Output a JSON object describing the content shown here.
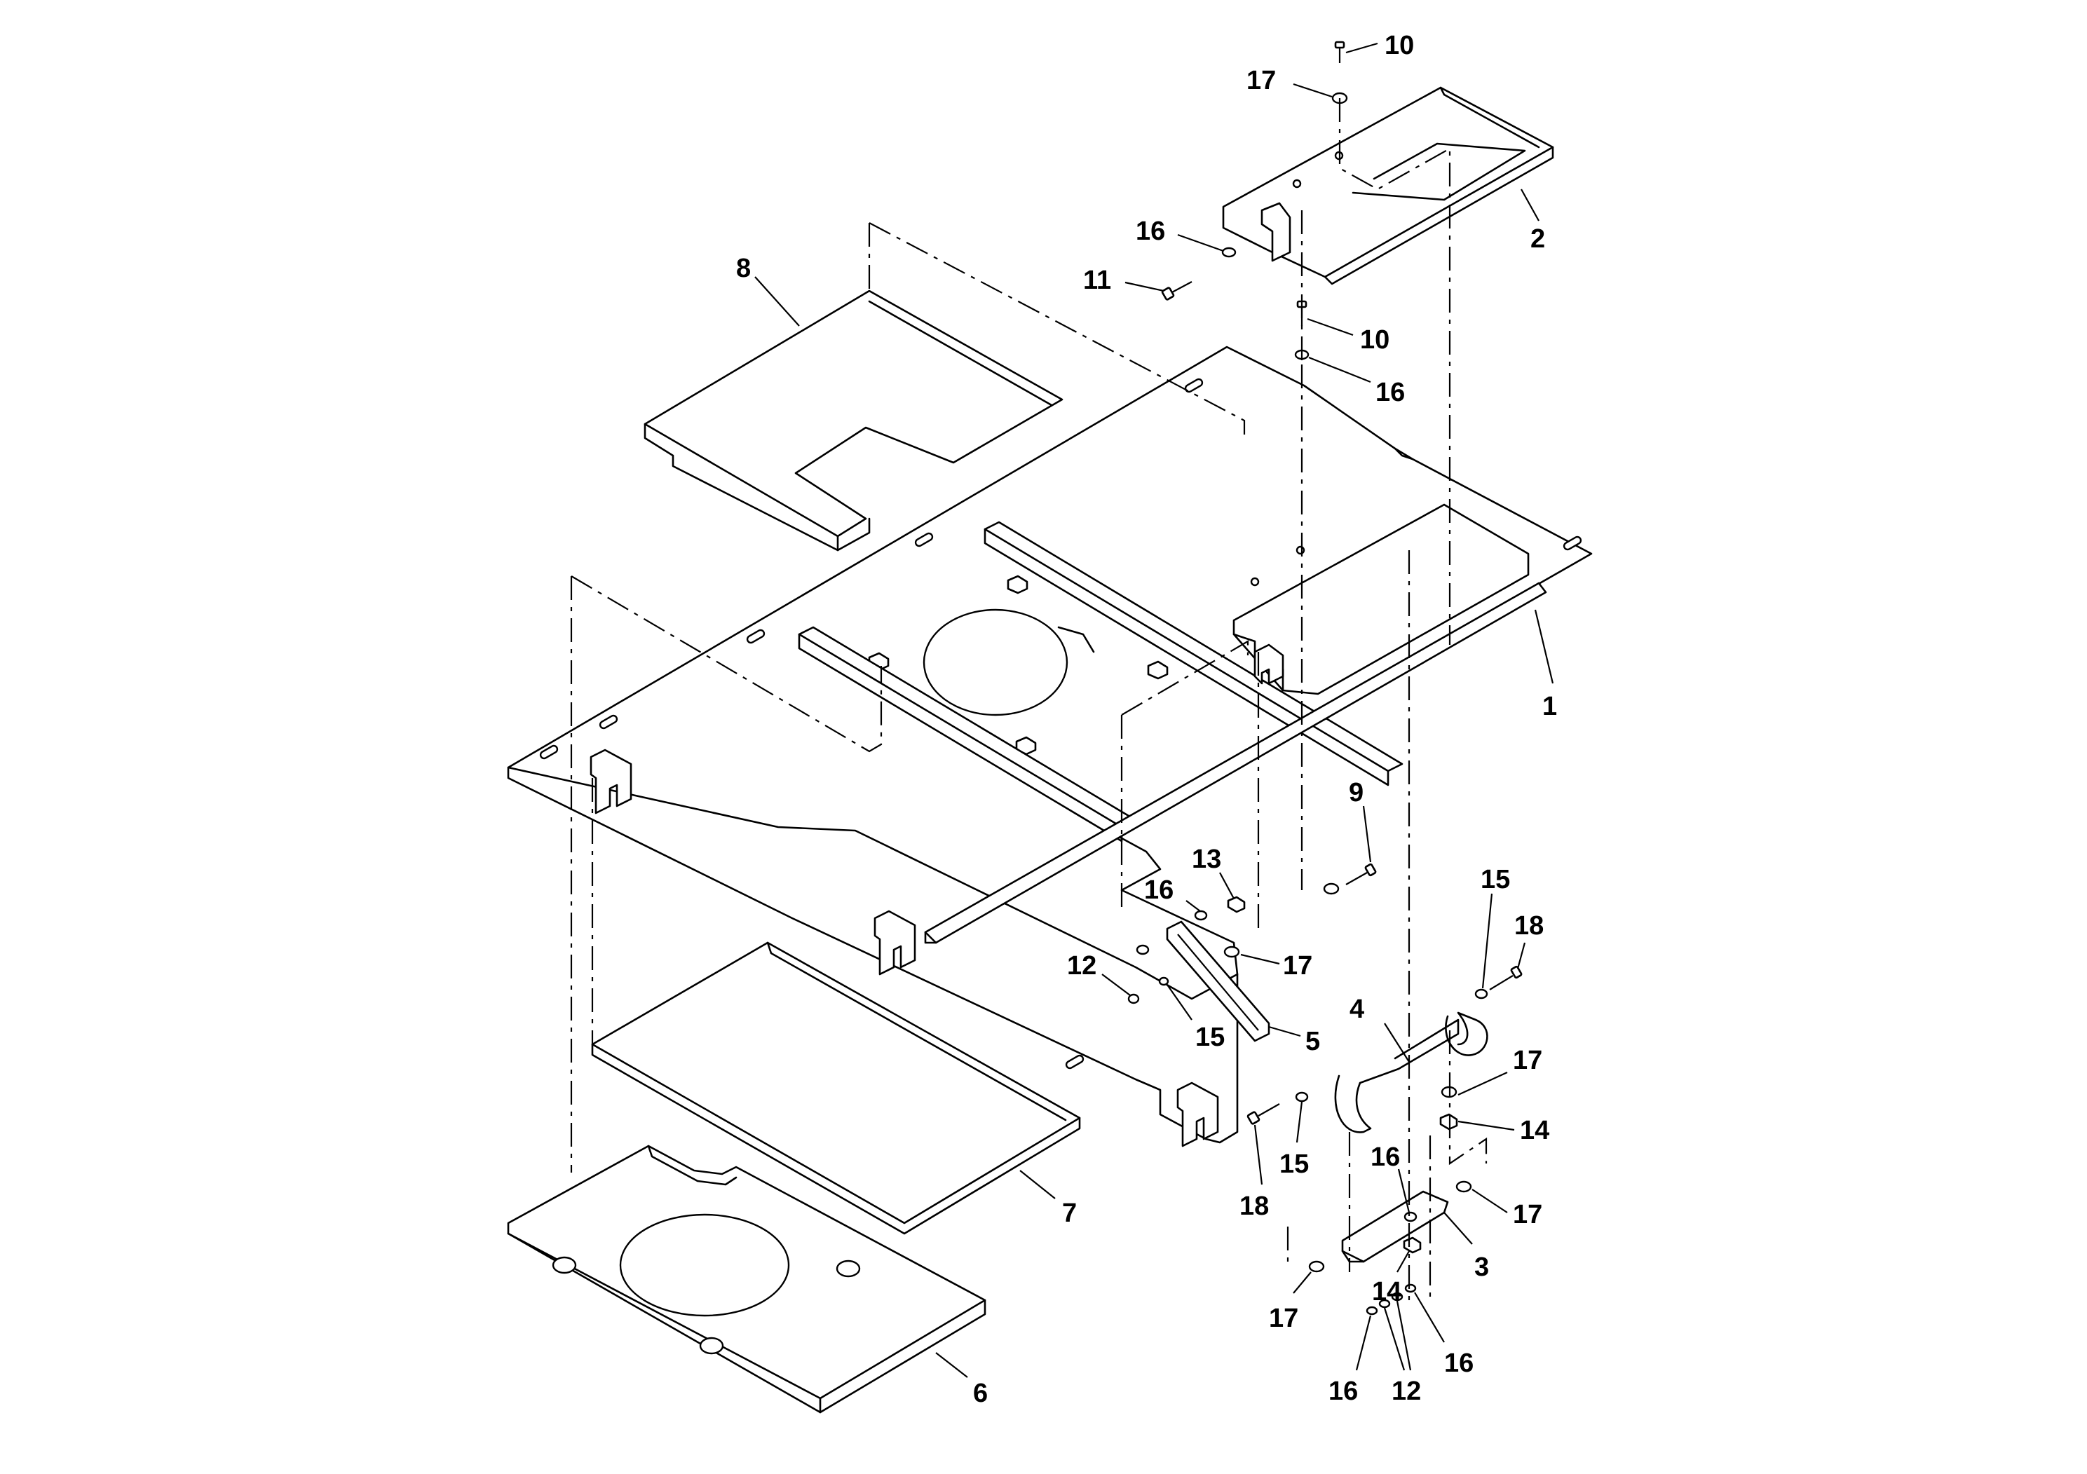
{
  "callouts": [
    {
      "id": "c10a",
      "text": "10"
    },
    {
      "id": "c17a",
      "text": "17"
    },
    {
      "id": "c2",
      "text": "2"
    },
    {
      "id": "c16a",
      "text": "16"
    },
    {
      "id": "c11",
      "text": "11"
    },
    {
      "id": "c8",
      "text": "8"
    },
    {
      "id": "c10b",
      "text": "10"
    },
    {
      "id": "c16b",
      "text": "16"
    },
    {
      "id": "c1",
      "text": "1"
    },
    {
      "id": "c9",
      "text": "9"
    },
    {
      "id": "c13",
      "text": "13"
    },
    {
      "id": "c16c",
      "text": "16"
    },
    {
      "id": "c15a",
      "text": "15"
    },
    {
      "id": "c18a",
      "text": "18"
    },
    {
      "id": "c12a",
      "text": "12"
    },
    {
      "id": "c17b",
      "text": "17"
    },
    {
      "id": "c15b",
      "text": "15"
    },
    {
      "id": "c5",
      "text": "5"
    },
    {
      "id": "c4",
      "text": "4"
    },
    {
      "id": "c17c",
      "text": "17"
    },
    {
      "id": "c14a",
      "text": "14"
    },
    {
      "id": "c18b",
      "text": "18"
    },
    {
      "id": "c15c",
      "text": "15"
    },
    {
      "id": "c7",
      "text": "7"
    },
    {
      "id": "c16d",
      "text": "16"
    },
    {
      "id": "c17d",
      "text": "17"
    },
    {
      "id": "c3",
      "text": "3"
    },
    {
      "id": "c14b",
      "text": "14"
    },
    {
      "id": "c17e",
      "text": "17"
    },
    {
      "id": "c6",
      "text": "6"
    },
    {
      "id": "c16e",
      "text": "16"
    },
    {
      "id": "c12b",
      "text": "12"
    },
    {
      "id": "c16f",
      "text": "16"
    }
  ]
}
